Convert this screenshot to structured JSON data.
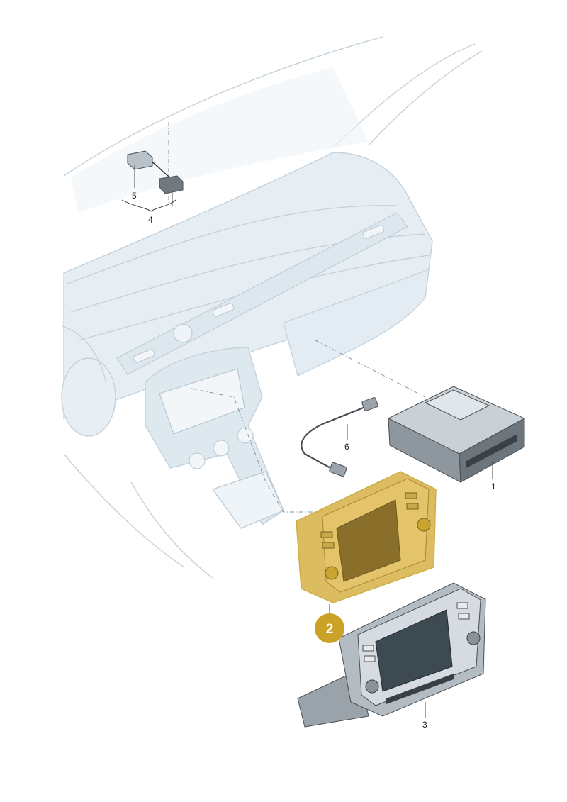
{
  "diagram": {
    "callouts": [
      {
        "id": "1",
        "label": "1"
      },
      {
        "id": "2",
        "label": "2",
        "highlighted": true
      },
      {
        "id": "3",
        "label": "3"
      },
      {
        "id": "4",
        "label": "4"
      },
      {
        "id": "5",
        "label": "5"
      },
      {
        "id": "6",
        "label": "6"
      }
    ],
    "colors": {
      "highlight": "#c8a430",
      "highlight_fill": "#d9b550",
      "badge": "#c9a227",
      "dashboard_line": "#c4d2dc",
      "dashboard_fill": "#e6eef4",
      "part_body": "#b9c2c9",
      "part_dark": "#5a636b",
      "screen": "#3e4a52"
    }
  }
}
